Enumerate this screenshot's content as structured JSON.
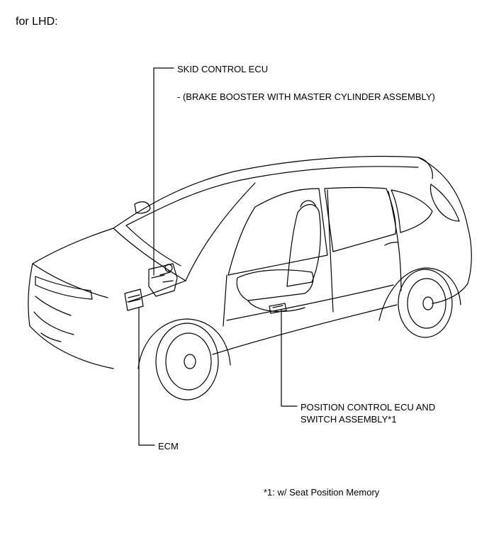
{
  "heading": "for LHD:",
  "labels": {
    "skid_control_ecu": "SKID CONTROL ECU",
    "brake_booster": "- (BRAKE BOOSTER WITH MASTER CYLINDER ASSEMBLY)",
    "position_control_line1": "POSITION CONTROL ECU AND",
    "position_control_line2": "SWITCH ASSEMBLY*1",
    "ecm": "ECM"
  },
  "footnote": "*1: w/ Seat Position Memory",
  "colors": {
    "line": "#000000",
    "background": "#ffffff"
  }
}
